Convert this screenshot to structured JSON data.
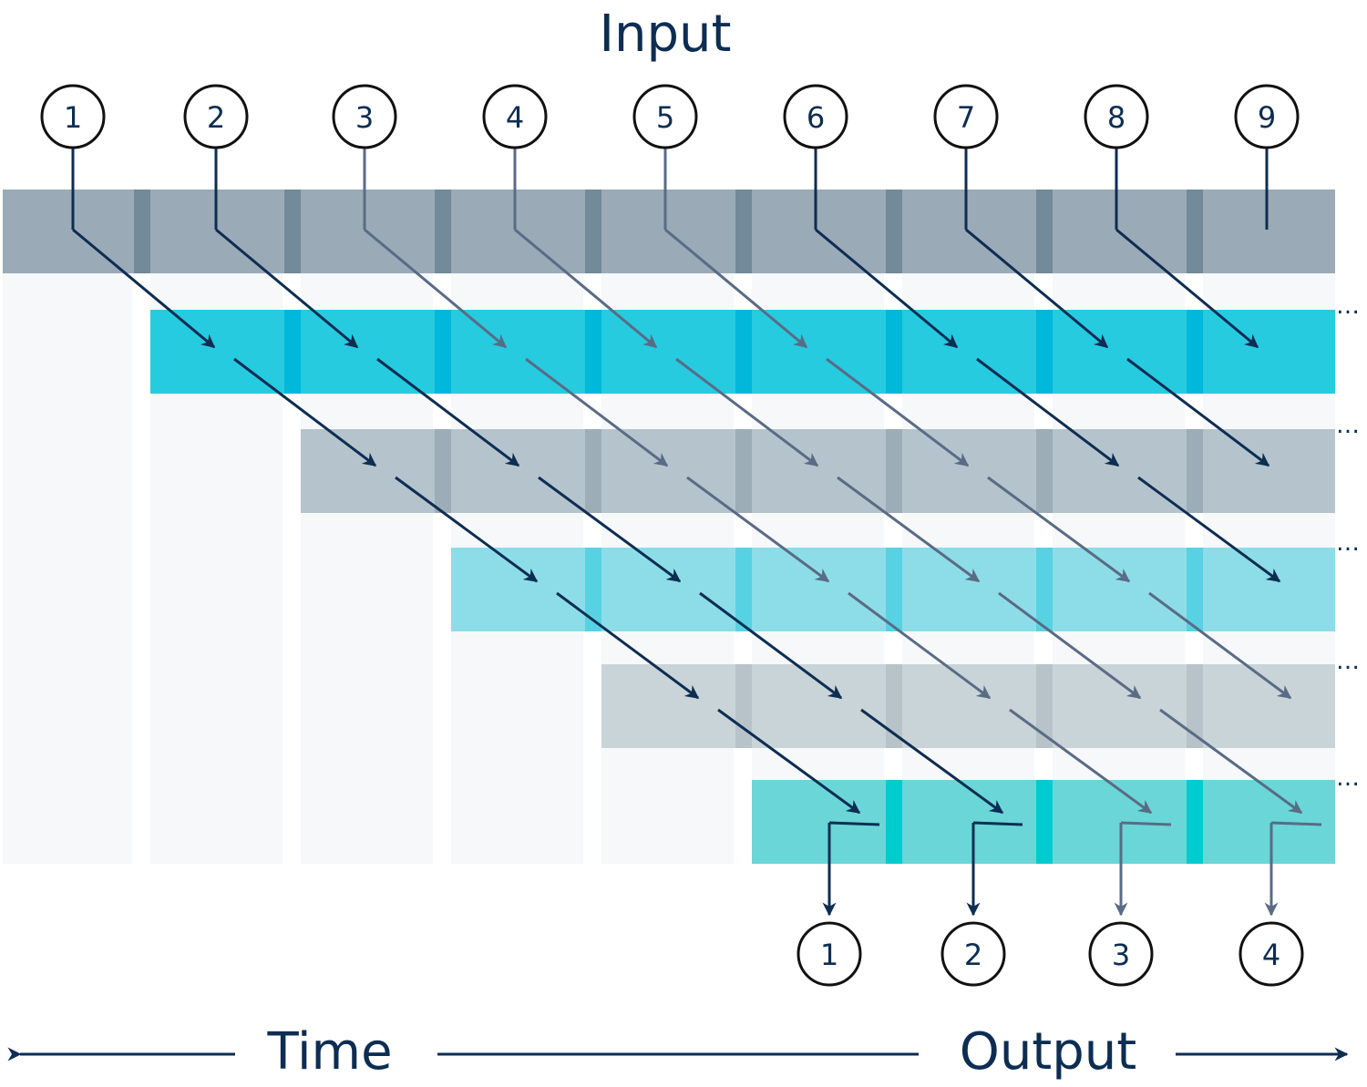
{
  "title": "Input",
  "inputs": [
    "1",
    "2",
    "3",
    "4",
    "5",
    "6",
    "7",
    "8",
    "9"
  ],
  "outputs": [
    "1",
    "2",
    "3",
    "4"
  ],
  "axis": {
    "left": "Time",
    "right": "Output"
  },
  "ellipsis": "…",
  "colors": {
    "navy": "#0d2d52",
    "arrow_muted": "#5a6b85",
    "layers": [
      {
        "fill": "#9aaab7",
        "sep": "#728a99"
      },
      {
        "fill": "#26cbe0",
        "sep": "#00b8d9"
      },
      {
        "fill": "#b5c4cc",
        "sep": "#9dadb7"
      },
      {
        "fill": "#8ddde8",
        "sep": "#57d2e2"
      },
      {
        "fill": "#c9d4d8",
        "sep": "#b7c3c8"
      },
      {
        "fill": "#6ad6d8",
        "sep": "#00ccd0"
      }
    ],
    "column_bg": "#f6f8fa"
  }
}
